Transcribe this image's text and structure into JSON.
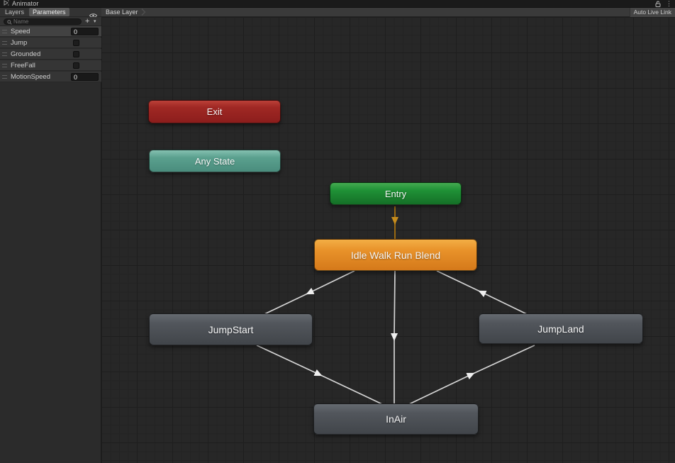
{
  "window": {
    "title": "Animator",
    "icons": [
      "animator-icon",
      "lock-icon",
      "kebab-menu-icon"
    ]
  },
  "panel": {
    "tabs": [
      {
        "label": "Layers",
        "active": false
      },
      {
        "label": "Parameters",
        "active": true
      }
    ],
    "search": {
      "placeholder": "Name",
      "add_button": "+",
      "add_caret": "▾"
    },
    "parameters": [
      {
        "name": "Speed",
        "type": "float",
        "value": "0",
        "selected": true
      },
      {
        "name": "Jump",
        "type": "bool",
        "checked": false
      },
      {
        "name": "Grounded",
        "type": "bool",
        "checked": false
      },
      {
        "name": "FreeFall",
        "type": "bool",
        "checked": false
      },
      {
        "name": "MotionSpeed",
        "type": "float",
        "value": "0",
        "selected": false
      }
    ]
  },
  "toolbar": {
    "breadcrumb": "Base Layer",
    "auto_live_link": "Auto Live Link"
  },
  "graph": {
    "nodes": [
      {
        "label": "Exit",
        "type": "exit",
        "color": "#a02824"
      },
      {
        "label": "Any State",
        "type": "any-state",
        "color": "#5aa08e"
      },
      {
        "label": "Entry",
        "type": "entry",
        "color": "#1f9136"
      },
      {
        "label": "Idle Walk Run Blend",
        "type": "default-state",
        "color": "#e8922a"
      },
      {
        "label": "JumpStart",
        "type": "state",
        "color": "#52565c"
      },
      {
        "label": "JumpLand",
        "type": "state",
        "color": "#52565c"
      },
      {
        "label": "InAir",
        "type": "state",
        "color": "#52565c"
      }
    ],
    "transitions": [
      {
        "from": "Entry",
        "to": "Idle Walk Run Blend",
        "color": "#a06f12"
      },
      {
        "from": "Idle Walk Run Blend",
        "to": "JumpStart",
        "color": "#d4d4d4"
      },
      {
        "from": "Idle Walk Run Blend",
        "to": "InAir",
        "color": "#d4d4d4"
      },
      {
        "from": "JumpStart",
        "to": "InAir",
        "color": "#d4d4d4"
      },
      {
        "from": "InAir",
        "to": "JumpLand",
        "color": "#d4d4d4"
      },
      {
        "from": "JumpLand",
        "to": "Idle Walk Run Blend",
        "color": "#d4d4d4"
      }
    ]
  }
}
